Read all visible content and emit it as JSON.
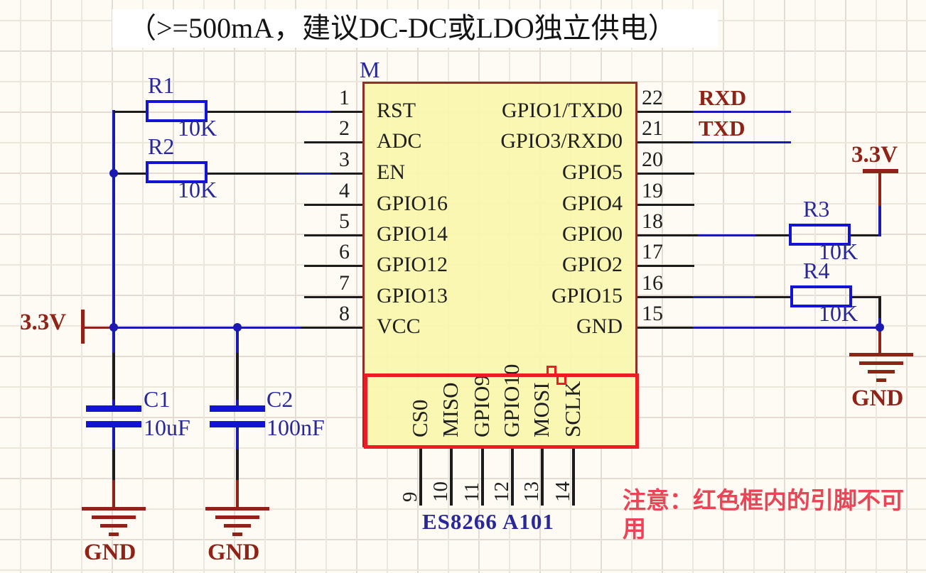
{
  "title": "（>=500mA，建议DC-DC或LDO独立供电）",
  "chip": {
    "designator": "M",
    "part_number": "ES8266 A101",
    "left_pins": [
      {
        "number": "1",
        "label": "RST"
      },
      {
        "number": "2",
        "label": "ADC"
      },
      {
        "number": "3",
        "label": "EN"
      },
      {
        "number": "4",
        "label": "GPIO16"
      },
      {
        "number": "5",
        "label": "GPIO14"
      },
      {
        "number": "6",
        "label": "GPIO12"
      },
      {
        "number": "7",
        "label": "GPIO13"
      },
      {
        "number": "8",
        "label": "VCC"
      }
    ],
    "right_pins": [
      {
        "number": "22",
        "label": "GPIO1/TXD0",
        "net": "RXD"
      },
      {
        "number": "21",
        "label": "GPIO3/RXD0",
        "net": "TXD"
      },
      {
        "number": "20",
        "label": "GPIO5"
      },
      {
        "number": "19",
        "label": "GPIO4"
      },
      {
        "number": "18",
        "label": "GPIO0"
      },
      {
        "number": "17",
        "label": "GPIO2"
      },
      {
        "number": "16",
        "label": "GPIO15"
      },
      {
        "number": "15",
        "label": "GND"
      }
    ],
    "bottom_pins": [
      {
        "number": "9",
        "label": "CS0"
      },
      {
        "number": "10",
        "label": "MISO"
      },
      {
        "number": "11",
        "label": "GPIO9"
      },
      {
        "number": "12",
        "label": "GPIO10"
      },
      {
        "number": "13",
        "label": "MOSI"
      },
      {
        "number": "14",
        "label": "SCLK"
      }
    ]
  },
  "components": {
    "R1": {
      "ref": "R1",
      "value": "10K"
    },
    "R2": {
      "ref": "R2",
      "value": "10K"
    },
    "R3": {
      "ref": "R3",
      "value": "10K"
    },
    "R4": {
      "ref": "R4",
      "value": "10K"
    },
    "C1": {
      "ref": "C1",
      "value": "10uF"
    },
    "C2": {
      "ref": "C2",
      "value": "100nF"
    }
  },
  "power": {
    "rail_left": "3.3V",
    "rail_right": "3.3V",
    "gnd_c1": "GND",
    "gnd_c2": "GND",
    "gnd_right": "GND"
  },
  "note": {
    "line1": "注意：红色框内的引脚不可",
    "line2": "用"
  },
  "colors": {
    "wire_blue": "#1a1ab2",
    "component_blue": "#1313d6",
    "maroon": "#8f2318",
    "chip_fill": "#faf6ac",
    "chip_border": "#903028",
    "red_box": "#ed1c24",
    "note_red": "#ea4556",
    "designator_blue": "#28289a"
  }
}
